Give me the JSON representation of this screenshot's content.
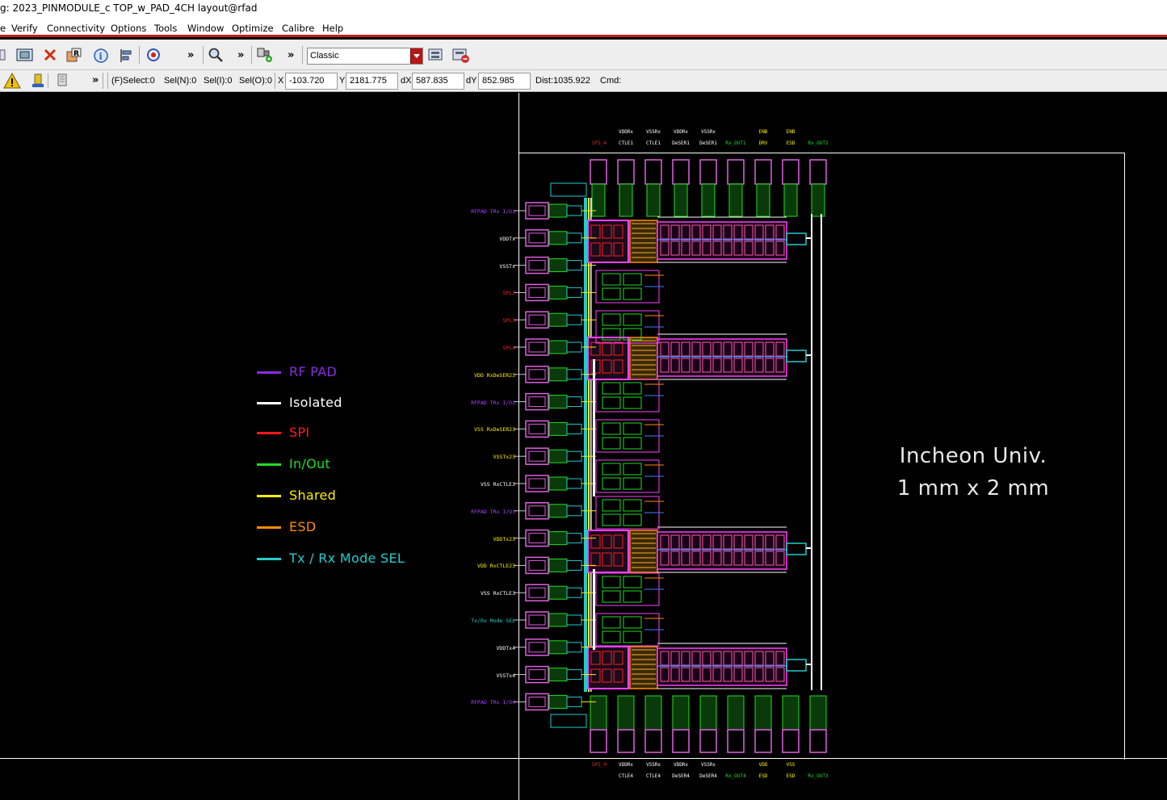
{
  "window": {
    "title": "g: 2023_PINMODULE_c TOP_w_PAD_4CH layout@rfad"
  },
  "menu": {
    "items": [
      "e",
      "Verify",
      "Connectivity",
      "Options",
      "Tools",
      "Window",
      "Optimize",
      "Calibre",
      "Help"
    ]
  },
  "toolbar": {
    "overflow1": "»",
    "overflow2": "»",
    "overflow3": "»",
    "overflow4": "»",
    "workspace_value": "Classic"
  },
  "status": {
    "select": "(F)Select:0",
    "sel_n": "Sel(N):0",
    "sel_i": "Sel(I):0",
    "sel_o": "Sel(O):0",
    "x_label": "X",
    "x_value": "-103.720",
    "y_label": "Y",
    "y_value": "2181.775",
    "dx_label": "dX",
    "dx_value": "587.835",
    "dy_label": "dY",
    "dy_value": "852.985",
    "dist": "Dist:1035.922",
    "cmd": "Cmd:"
  },
  "legend": [
    {
      "label": "RF PAD",
      "color": "#8a2be2"
    },
    {
      "label": "Isolated",
      "color": "#ffffff"
    },
    {
      "label": "SPI",
      "color": "#ff1a1a"
    },
    {
      "label": "In/Out",
      "color": "#22dd22"
    },
    {
      "label": "Shared",
      "color": "#ffee00"
    },
    {
      "label": "ESD",
      "color": "#ff8c00"
    },
    {
      "label": "Tx / Rx Mode SEL",
      "color": "#22cccc"
    }
  ],
  "chip": {
    "line1": "Incheon Univ.",
    "line2": "1 mm x 2 mm"
  },
  "left_pins": [
    {
      "label": "RFPAD TRx I/O1",
      "color": "#b040ff"
    },
    {
      "label": "VDDTx",
      "color": "#ffffff"
    },
    {
      "label": "VSSTx",
      "color": "#ffffff"
    },
    {
      "label": "SPL2",
      "color": "#ff2020"
    },
    {
      "label": "SPL3",
      "color": "#ff2020"
    },
    {
      "label": "SPL4",
      "color": "#ff2020"
    },
    {
      "label": "VDD RxDeSER23",
      "color": "#ffee00"
    },
    {
      "label": "RFPAD TRx I/O2",
      "color": "#b040ff"
    },
    {
      "label": "VSS RxDeSER23",
      "color": "#ffee00"
    },
    {
      "label": "VSSTx23",
      "color": "#ffee00"
    },
    {
      "label": "VSS RxCTLE3",
      "color": "#ffffff"
    },
    {
      "label": "RFPAD TRx I/O3",
      "color": "#b040ff"
    },
    {
      "label": "VDDTx23",
      "color": "#ffee00"
    },
    {
      "label": "VDD RxCTLE23",
      "color": "#ffee00"
    },
    {
      "label": "VSS RxCTLE3",
      "color": "#ffffff"
    },
    {
      "label": "Tx/Rx Mode SEL",
      "color": "#22cccc"
    },
    {
      "label": "VDDTx4",
      "color": "#ffffff"
    },
    {
      "label": "VSSTx4",
      "color": "#ffffff"
    },
    {
      "label": "RFPAD TRx I/O4",
      "color": "#b040ff"
    }
  ],
  "top_pins": [
    {
      "l1": "",
      "l2": "SPI_4",
      "c1": "#ffffff",
      "c2": "#ff2020"
    },
    {
      "l1": "VDDRx",
      "l2": "CTLE1",
      "c1": "#ffffff",
      "c2": "#ffffff"
    },
    {
      "l1": "VSSRx",
      "l2": "CTLE1",
      "c1": "#ffffff",
      "c2": "#ffffff"
    },
    {
      "l1": "VDDRx",
      "l2": "DeSER1",
      "c1": "#ffffff",
      "c2": "#ffffff"
    },
    {
      "l1": "VSSRx",
      "l2": "DeSER1",
      "c1": "#ffffff",
      "c2": "#ffffff"
    },
    {
      "l1": "",
      "l2": "Rx_OUT1",
      "c1": "#ffffff",
      "c2": "#22dd22"
    },
    {
      "l1": "ENB",
      "l2": "DRV",
      "c1": "#ffee00",
      "c2": "#ffee00"
    },
    {
      "l1": "ENB",
      "l2": "ESD",
      "c1": "#ffee00",
      "c2": "#ffee00"
    },
    {
      "l1": "",
      "l2": "Rx_OUT2",
      "c1": "#ffffff",
      "c2": "#22dd22"
    }
  ],
  "bottom_pins": [
    {
      "l1": "SPI_0",
      "l2": "",
      "c1": "#ff2020",
      "c2": "#ffffff"
    },
    {
      "l1": "VDDRx",
      "l2": "CTLE4",
      "c1": "#ffffff",
      "c2": "#ffffff"
    },
    {
      "l1": "VSSRx",
      "l2": "CTLE4",
      "c1": "#ffffff",
      "c2": "#ffffff"
    },
    {
      "l1": "VDDRx",
      "l2": "DeSER4",
      "c1": "#ffffff",
      "c2": "#ffffff"
    },
    {
      "l1": "VSSRx",
      "l2": "DeSER4",
      "c1": "#ffffff",
      "c2": "#ffffff"
    },
    {
      "l1": "",
      "l2": "Rx_OUT4",
      "c1": "#ffffff",
      "c2": "#22dd22"
    },
    {
      "l1": "VDD",
      "l2": "ESD",
      "c1": "#ffee00",
      "c2": "#ffee00"
    },
    {
      "l1": "VSS",
      "l2": "ESD",
      "c1": "#ffee00",
      "c2": "#ffee00"
    },
    {
      "l1": "",
      "l2": "Rx_OUT3",
      "c1": "#ffffff",
      "c2": "#22dd22"
    }
  ]
}
